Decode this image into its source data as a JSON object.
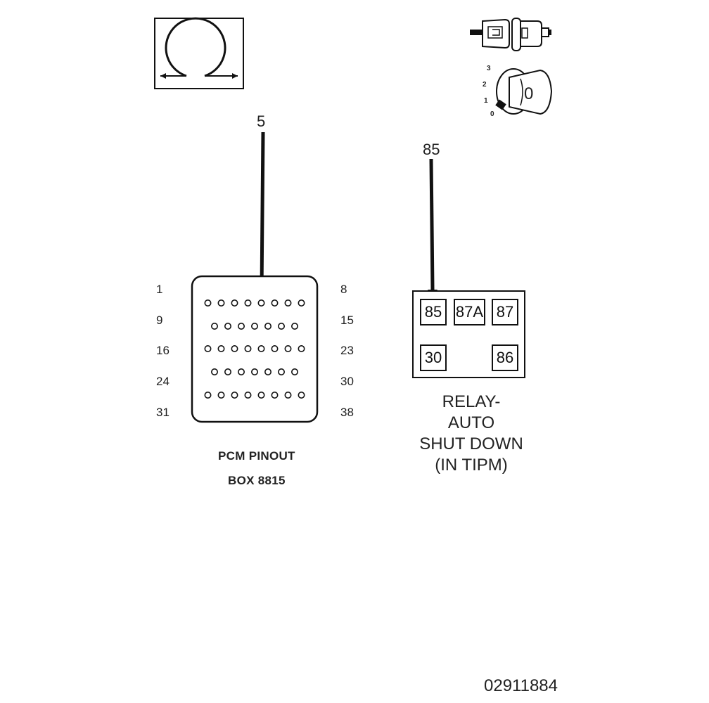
{
  "probes": {
    "pcm_pin": "5",
    "relay_pin": "85"
  },
  "icons": [
    "ohmmeter-icon",
    "disconnected-connector-icon",
    "ignition-key-icon"
  ],
  "ignition": {
    "positions": [
      "3",
      "2",
      "1",
      "0"
    ],
    "key_label": "0"
  },
  "pcm_connector": {
    "left_numbers": [
      "1",
      "9",
      "16",
      "24",
      "31"
    ],
    "right_numbers": [
      "8",
      "15",
      "23",
      "30",
      "38"
    ],
    "row_pin_counts": [
      8,
      7,
      8,
      7,
      8
    ],
    "caption_line1": "PCM PINOUT",
    "caption_line2": "BOX 8815"
  },
  "relay": {
    "pins": [
      "85",
      "87A",
      "87",
      "30",
      "86"
    ],
    "label_lines": [
      "RELAY-",
      "AUTO",
      "SHUT DOWN",
      "(IN TIPM)"
    ]
  },
  "figure_id": "02911884"
}
